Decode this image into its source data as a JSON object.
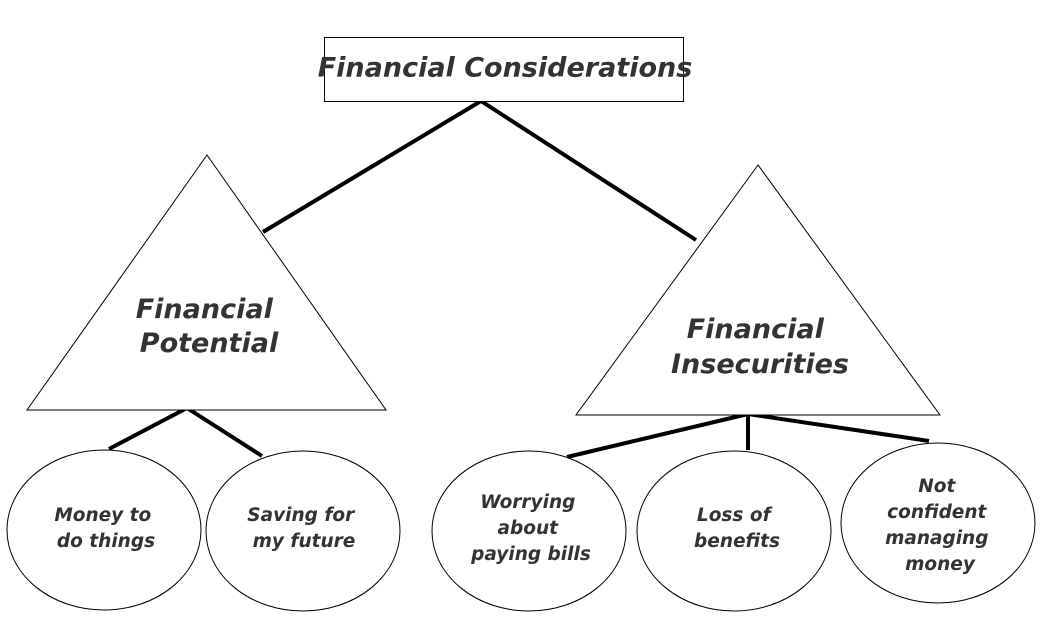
{
  "root": {
    "label": "Financial Considerations"
  },
  "branches": [
    {
      "lines": [
        "Financial",
        "Potential"
      ],
      "leaves": [
        {
          "lines": [
            "Money to",
            "do things"
          ]
        },
        {
          "lines": [
            "Saving for",
            "my future"
          ]
        }
      ]
    },
    {
      "lines": [
        "Financial",
        "Insecurities"
      ],
      "leaves": [
        {
          "lines": [
            "Worrying",
            "about",
            "paying bills"
          ]
        },
        {
          "lines": [
            "Loss of",
            "benefits"
          ]
        },
        {
          "lines": [
            "Not",
            "confident",
            "managing",
            "money"
          ]
        }
      ]
    }
  ]
}
